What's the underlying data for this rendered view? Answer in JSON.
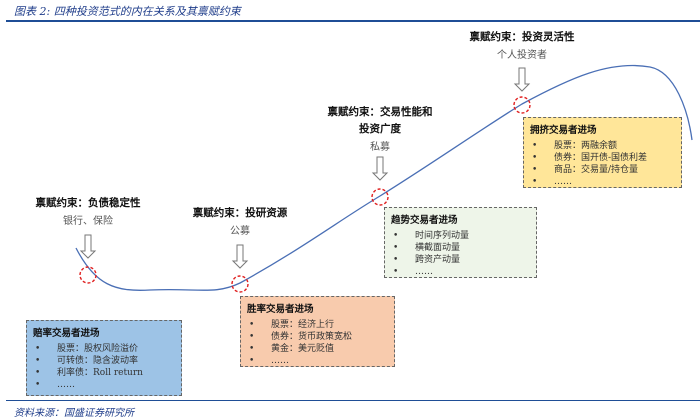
{
  "title": "图表 2:  四种投资范式的内在关系及其禀赋约束",
  "source": "资料来源：国盛证券研究所",
  "stages": [
    {
      "constraint": "禀赋约束：负债稳定性",
      "investor": "银行、保险"
    },
    {
      "constraint": "禀赋约束：投研资源",
      "investor": "公募"
    },
    {
      "constraint_line1": "禀赋约束：交易性能和",
      "constraint_line2": "投资广度",
      "investor": "私募"
    },
    {
      "constraint": "禀赋约束：投资灵活性",
      "investor": "个人投资者"
    }
  ],
  "boxes": [
    {
      "heading": "赔率交易者进场",
      "items": [
        "股票：股权风险溢价",
        "可转债：隐含波动率",
        "利率债：Roll return",
        "……"
      ],
      "color": "#9dc3e6"
    },
    {
      "heading": "胜率交易者进场",
      "items": [
        "股票：经济上行",
        "债券：货币政策宽松",
        "黄金：美元贬值",
        "……"
      ],
      "color": "#f8cbad"
    },
    {
      "heading": "趋势交易者进场",
      "items": [
        "时间序列动量",
        "横截面动量",
        "跨资产动量",
        "……"
      ],
      "color": "#eef5e9"
    },
    {
      "heading": "拥挤交易者进场",
      "items": [
        "股票：两融余额",
        "债券：国开债-国债利差",
        "商品：交易量/持仓量",
        "……"
      ],
      "color": "#ffe699"
    }
  ]
}
